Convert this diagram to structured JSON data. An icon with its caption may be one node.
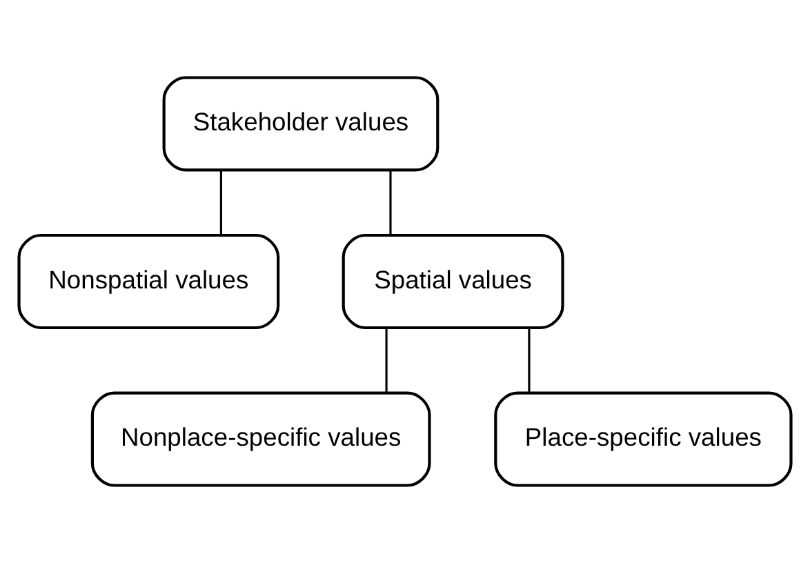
{
  "diagram": {
    "nodes": [
      {
        "text": [
          "Stakeholder values"
        ]
      },
      {
        "text": [
          "Nonspatial values"
        ]
      },
      {
        "text": [
          "Spatial values"
        ]
      },
      {
        "text": [
          "Nonplace-specific values"
        ]
      },
      {
        "text": [
          "Place-specific values"
        ]
      }
    ],
    "edges": [
      {
        "from": 0,
        "to": 1,
        "arrow": "none"
      },
      {
        "from": 0,
        "to": 2,
        "arrow": "none"
      },
      {
        "from": 2,
        "to": 3,
        "arrow": "none"
      },
      {
        "from": 2,
        "to": 4,
        "arrow": "none"
      }
    ]
  }
}
